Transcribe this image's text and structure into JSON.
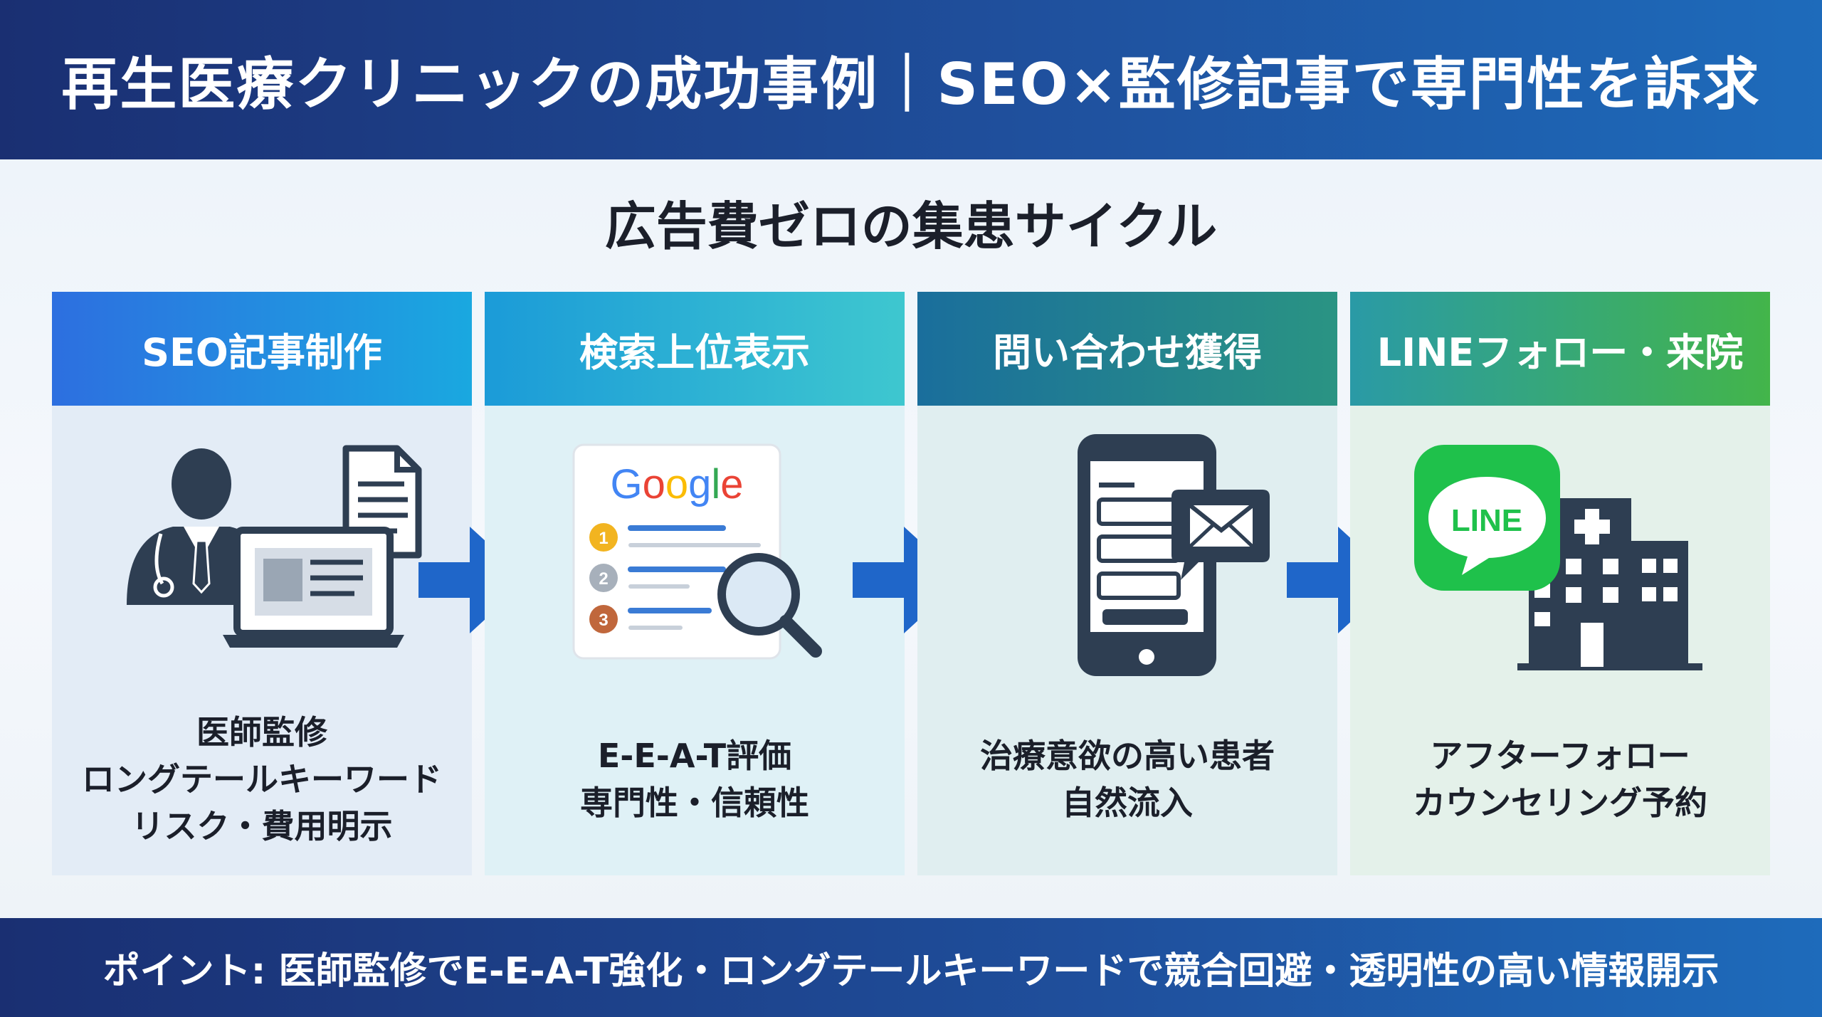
{
  "header": {
    "title": "再生医療クリニックの成功事例｜SEO×監修記事で専門性を訴求"
  },
  "cycle": {
    "title": "広告費ゼロの集患サイクル",
    "steps": [
      {
        "title": "SEO記事制作",
        "icon": "doctor-laptop-document-icon",
        "lines": [
          "医師監修",
          "ロングテールキーワード",
          "リスク・費用明示"
        ]
      },
      {
        "title": "検索上位表示",
        "icon": "google-search-results-icon",
        "logo_text": "Google",
        "ranks": [
          "1",
          "2",
          "3"
        ],
        "lines": [
          "E-E-A-T評価",
          "専門性・信頼性"
        ]
      },
      {
        "title": "問い合わせ獲得",
        "icon": "smartphone-mail-icon",
        "lines": [
          "治療意欲の高い患者",
          "自然流入"
        ]
      },
      {
        "title": "LINEフォロー・来院",
        "icon": "line-hospital-icon",
        "logo_text": "LINE",
        "lines": [
          "アフターフォロー",
          "カウンセリング予約"
        ]
      }
    ]
  },
  "footer": {
    "text": "ポイント: 医師監修でE-E-A-T強化・ロングテールキーワードで競合回避・透明性の高い情報開示"
  },
  "colors": {
    "navy_band": "#1a2f72",
    "arrow_blue": "#1f66c9",
    "icon_dark": "#2e3e52",
    "line_green": "#1fc14b"
  }
}
